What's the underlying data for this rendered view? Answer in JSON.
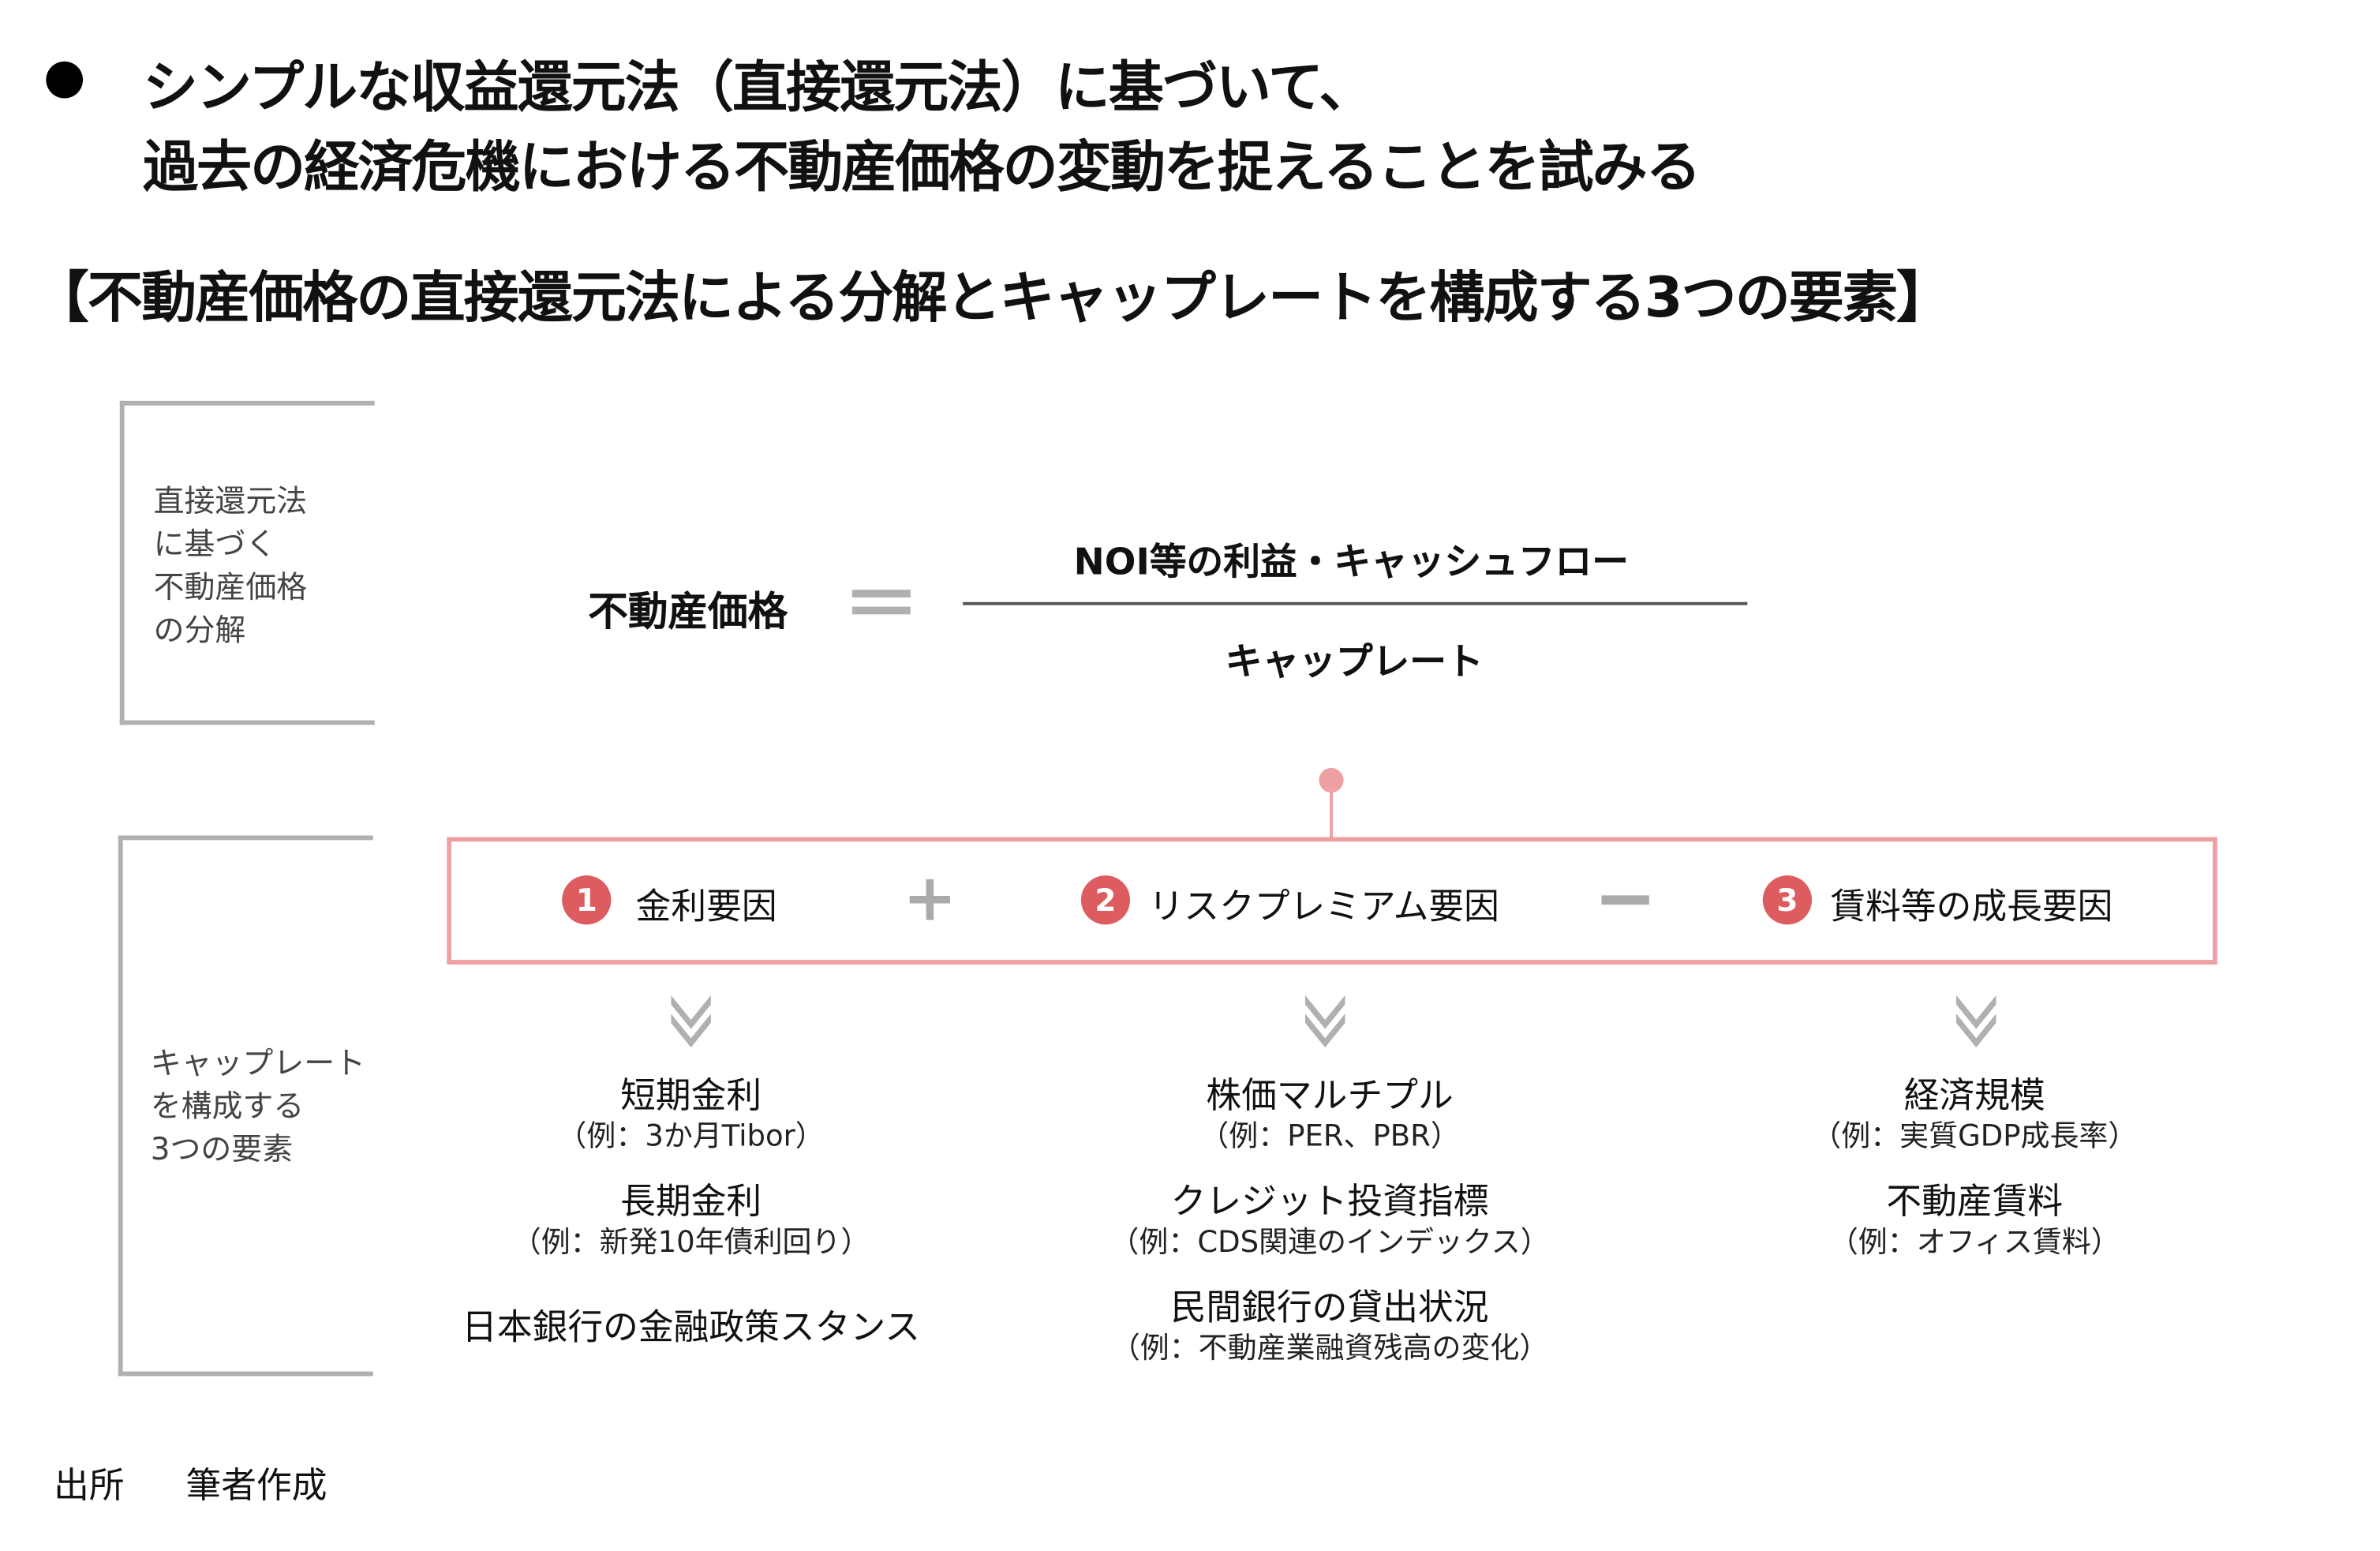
{
  "header": {
    "bullet_line1": "シンプルな収益還元法（直接還元法）に基づいて、",
    "bullet_line2": "過去の経済危機における不動産価格の変動を捉えることを試みる",
    "section_title": "【不動産価格の直接還元法による分解とキャップレートを構成する3つの要素】"
  },
  "decomposition": {
    "side_label": [
      "直接還元法",
      "に基づく",
      "不動産価格",
      "の分解"
    ],
    "lhs": "不動産価格",
    "numerator": "NOI等の利益・キャッシュフロー",
    "denominator": "キャップレート"
  },
  "components": {
    "side_label": [
      "キャップレート",
      "を構成する",
      "3つの要素"
    ],
    "factors": [
      {
        "number": "1",
        "label": "金利要因"
      },
      {
        "number": "2",
        "label": "リスクプレミアム要因"
      },
      {
        "number": "3",
        "label": "賃料等の成長要因"
      }
    ],
    "operators": [
      "+",
      "−"
    ],
    "columns": [
      [
        {
          "main": "短期金利",
          "sub": "（例：3か月Tibor）"
        },
        {
          "main": "長期金利",
          "sub": "（例：新発10年債利回り）"
        },
        {
          "main": "日本銀行の金融政策スタンス",
          "sub": null
        }
      ],
      [
        {
          "main": "株価マルチプル",
          "sub": "（例：PER、PBR）"
        },
        {
          "main": "クレジット投資指標",
          "sub": "（例：CDS関連のインデックス）"
        },
        {
          "main": "民間銀行の貸出状況",
          "sub": "（例：不動産業融資残高の変化）"
        }
      ],
      [
        {
          "main": "経済規模",
          "sub": "（例：実質GDP成長率）"
        },
        {
          "main": "不動産賃料",
          "sub": "（例：オフィス賃料）"
        }
      ]
    ]
  },
  "footer": {
    "source_label": "出所",
    "source_value": "筆者作成"
  },
  "colors": {
    "accent": "#dc5c5f",
    "box_border": "#eea0a3",
    "gray": "#aaaaaa"
  }
}
